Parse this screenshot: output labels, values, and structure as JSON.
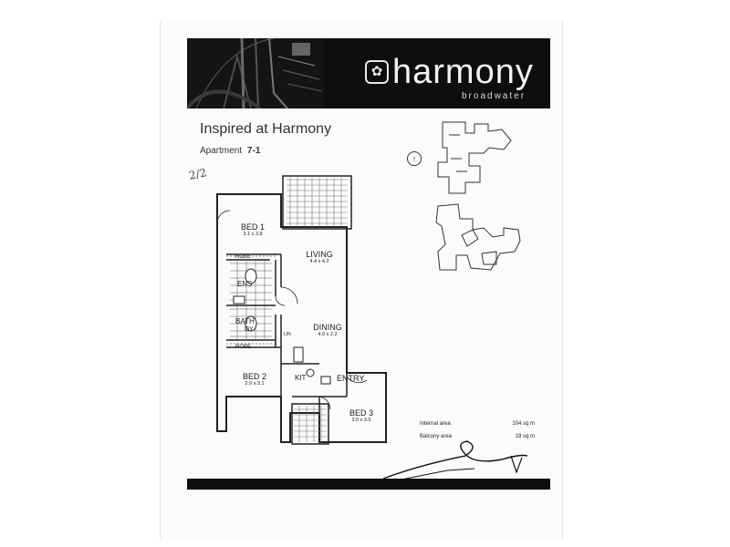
{
  "brand": {
    "name": "harmony",
    "sub": "broadwater",
    "icon": "leaf-monogram-icon"
  },
  "heading": {
    "title": "Inspired at Harmony",
    "apartment_label": "Apartment",
    "apartment_number": "7-1",
    "handwritten_note": "2/2"
  },
  "rooms": [
    {
      "name": "BED 1",
      "dims": "3.1 x 3.8"
    },
    {
      "name": "LIVING",
      "dims": "4.4 x 4.2"
    },
    {
      "name": "DINING",
      "dims": "4.0 x 2.2"
    },
    {
      "name": "BED 2",
      "dims": "2.9 x 3.1"
    },
    {
      "name": "BED 3",
      "dims": "3.0 x 3.5"
    }
  ],
  "labels": {
    "robe_top": "ROBE",
    "robe_bottom": "ROBE",
    "ens": "ENS",
    "bath": "BATH",
    "dy": "DY",
    "linen": "LIN",
    "kit": "KIT",
    "entry": "ENTRY"
  },
  "areas": [
    {
      "label": "Internal area",
      "value": "104 sq m"
    },
    {
      "label": "Balcony area",
      "value": "19 sq m"
    }
  ],
  "colors": {
    "banner": "#0e0e0e",
    "ink": "#222222"
  }
}
